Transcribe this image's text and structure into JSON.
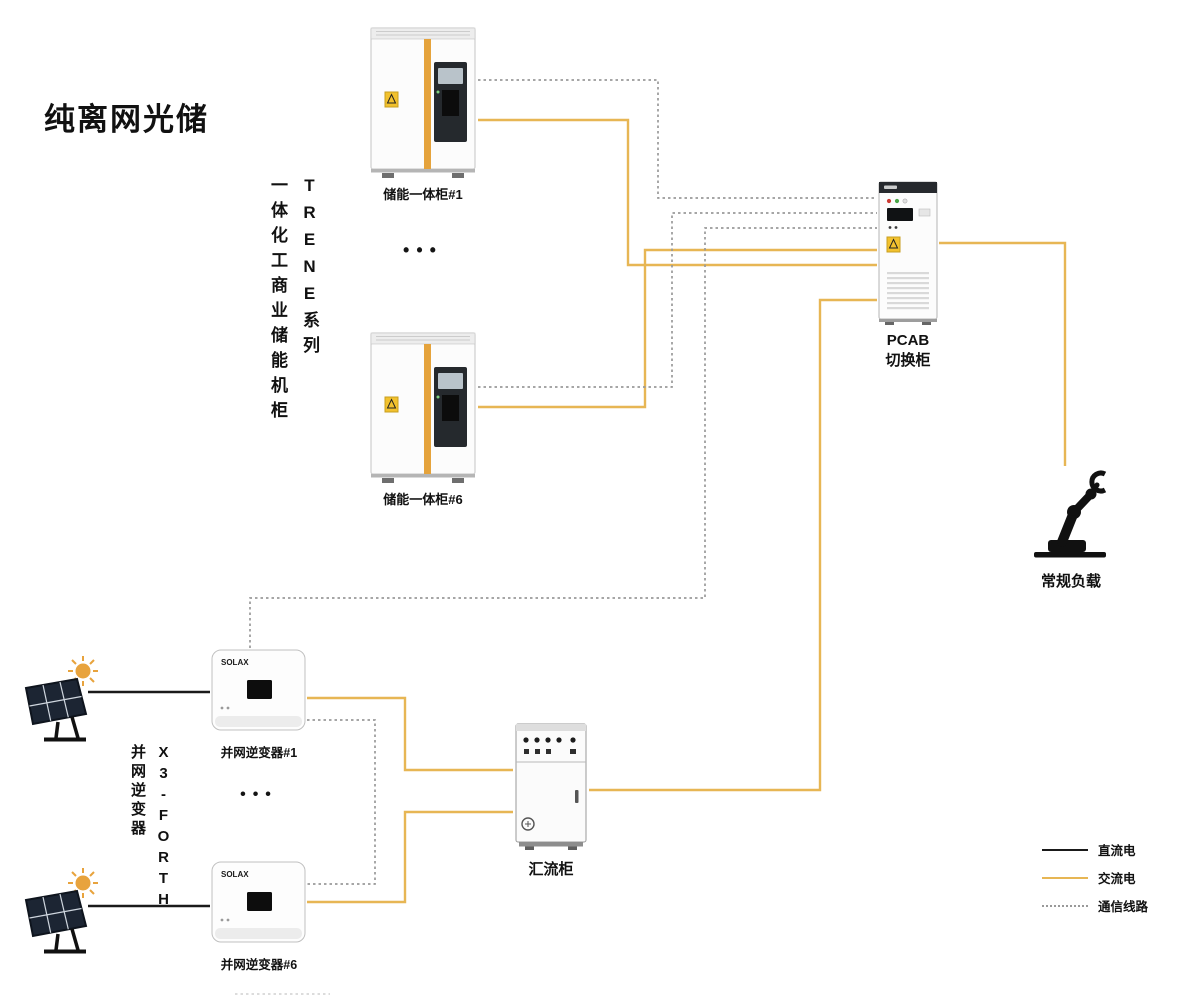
{
  "title": "纯离网光储",
  "colors": {
    "ac_line": "#E7B654",
    "dc_line": "#1a1a1a",
    "comm_line": "#999999",
    "accent_yellow": "#E5A33C"
  },
  "labels": {
    "storage_series_col_right": "TRENE系列",
    "storage_series_col_left": "一体化工商业储能机柜",
    "storage_unit_1": "储能一体柜#1",
    "storage_unit_6": "储能一体柜#6",
    "ellipsis": "•••",
    "pcab_line1": "PCAB",
    "pcab_line2": "切换柜",
    "load": "常规负载",
    "inverter_series_col_right": "X3-FORTH",
    "inverter_series_col_left": "并网逆变器",
    "inverter_1": "并网逆变器#1",
    "inverter_6": "并网逆变器#6",
    "combiner": "汇流柜"
  },
  "legend": [
    {
      "label": "直流电",
      "style": "solid",
      "color": "#1a1a1a"
    },
    {
      "label": "交流电",
      "style": "solid",
      "color": "#E7B654"
    },
    {
      "label": "通信线路",
      "style": "dotted",
      "color": "#999999"
    }
  ],
  "device_logos": {
    "inverter_brand": "SOLAX"
  }
}
